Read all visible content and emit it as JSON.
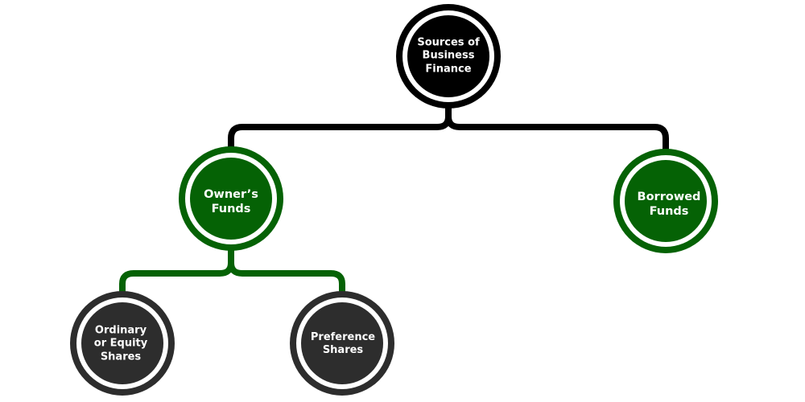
{
  "colors": {
    "black": "#000000",
    "green": "#056205",
    "dark": "#2d2d2d",
    "white": "#ffffff"
  },
  "nodes": {
    "root": {
      "lines": [
        "Sources of",
        "Business",
        "Finance"
      ]
    },
    "owners": {
      "lines": [
        "Owner’s",
        "Funds"
      ]
    },
    "borrowed": {
      "lines": [
        "Borrowed",
        "Funds"
      ]
    },
    "ordinary": {
      "lines": [
        "Ordinary",
        "or Equity",
        "Shares"
      ]
    },
    "preference": {
      "lines": [
        "Preference",
        "Shares"
      ]
    }
  }
}
